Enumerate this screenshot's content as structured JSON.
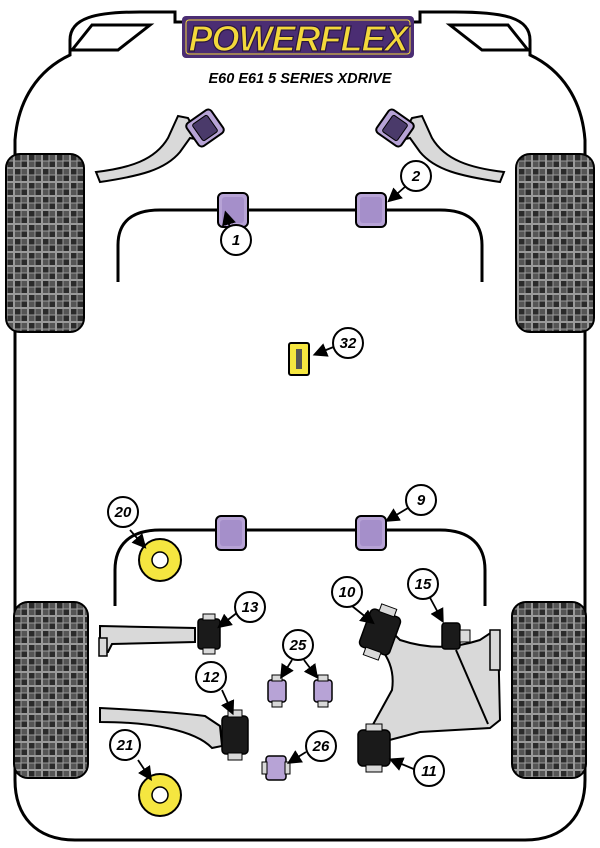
{
  "brand": {
    "logo_text": "POWERFLEX"
  },
  "header": {
    "subtitle": "E60 E61 5 SERIES XDRIVE"
  },
  "colors": {
    "bush_purple": "#b7a3d6",
    "bush_purple_dark": "#4a3a6a",
    "bush_black": "#1a1a1a",
    "bush_yellow": "#f5e640",
    "metal_grey": "#d9d9d9",
    "logo_yellow": "#f3d83b",
    "logo_purple": "#4b2d73"
  },
  "callouts": [
    {
      "id": "c1",
      "label": "1"
    },
    {
      "id": "c2",
      "label": "2"
    },
    {
      "id": "c32",
      "label": "32"
    },
    {
      "id": "c20",
      "label": "20"
    },
    {
      "id": "c9",
      "label": "9"
    },
    {
      "id": "c10",
      "label": "10"
    },
    {
      "id": "c15",
      "label": "15"
    },
    {
      "id": "c13",
      "label": "13"
    },
    {
      "id": "c25",
      "label": "25"
    },
    {
      "id": "c12",
      "label": "12"
    },
    {
      "id": "c21",
      "label": "21"
    },
    {
      "id": "c26",
      "label": "26"
    },
    {
      "id": "c11",
      "label": "11"
    }
  ]
}
